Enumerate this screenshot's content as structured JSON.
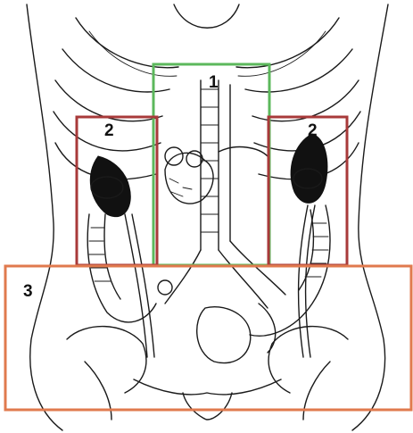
{
  "zones": [
    {
      "label": "1",
      "color": "#5cb85c"
    },
    {
      "label": "2",
      "color": "#a83a3a"
    },
    {
      "label": "2",
      "color": "#a83a3a"
    },
    {
      "label": "3",
      "color": "#e07a4e"
    }
  ]
}
